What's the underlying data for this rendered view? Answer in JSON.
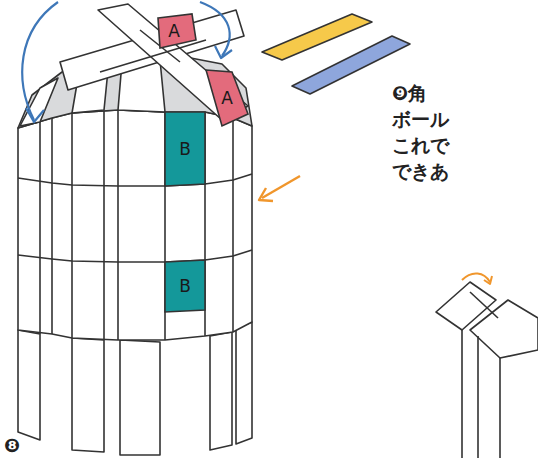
{
  "diagram": {
    "nodes": [
      {
        "text": [
          "A"
        ]
      },
      {
        "text": [
          "A"
        ]
      },
      {
        "text": [
          "B"
        ]
      },
      {
        "text": [
          "B"
        ]
      }
    ],
    "labels": [
      "❾角",
      "ボール",
      "これで",
      "できあ",
      "❽"
    ]
  }
}
